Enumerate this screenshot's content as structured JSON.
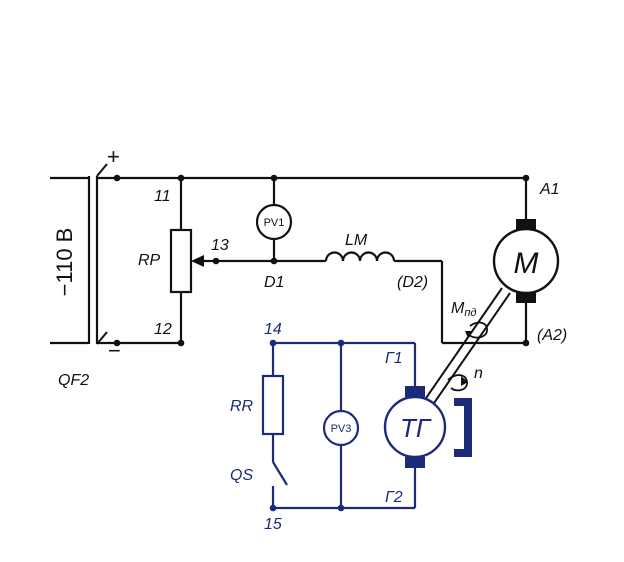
{
  "colors": {
    "power_circuit": "#111111",
    "tacho_circuit": "#1c2a7a"
  },
  "labels": {
    "plus": "+",
    "minus": "−",
    "supply_voltage": "−110 В",
    "breaker": "QF2",
    "node_11": "11",
    "node_12": "12",
    "node_13": "13",
    "rheostat": "RP",
    "node_d1": "D1",
    "winding": "LM",
    "node_d2": "(D2)",
    "node_a1": "A1",
    "node_a2": "(A2)",
    "motor": "M",
    "torque_main": "M",
    "torque_sub": "пд",
    "speed": "n",
    "voltmeter_1": "PV1",
    "node_14": "14",
    "node_15": "15",
    "resistor_rr": "RR",
    "switch_qs": "QS",
    "voltmeter_3": "PV3",
    "node_g1": "Г1",
    "node_g2": "Г2",
    "tachogenerator": "ТГ"
  }
}
